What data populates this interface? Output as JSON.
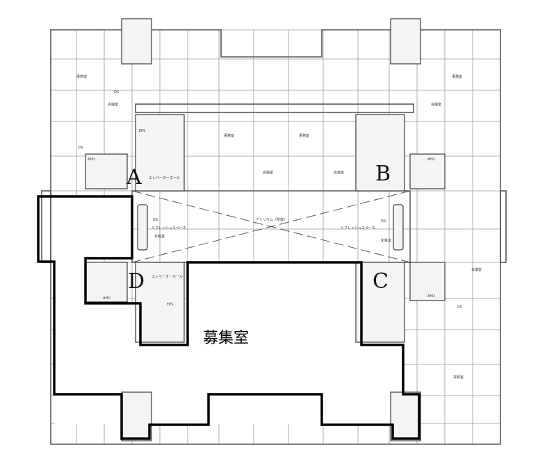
{
  "plan": {
    "room_label": "募集室",
    "core_letters": [
      "A",
      "B",
      "C",
      "D"
    ],
    "atrium_label": "アトリウム（吹抜）",
    "refresh_label": "リフレッシュスペース",
    "elevator_hall_label": "エレベーターホール",
    "labels": {
      "ds": "DS",
      "eps": "EPS",
      "ahu": "AHU",
      "office": "事務室",
      "meeting": "会議室",
      "toilet": "化粧室"
    },
    "highlight_color": "#000000"
  }
}
